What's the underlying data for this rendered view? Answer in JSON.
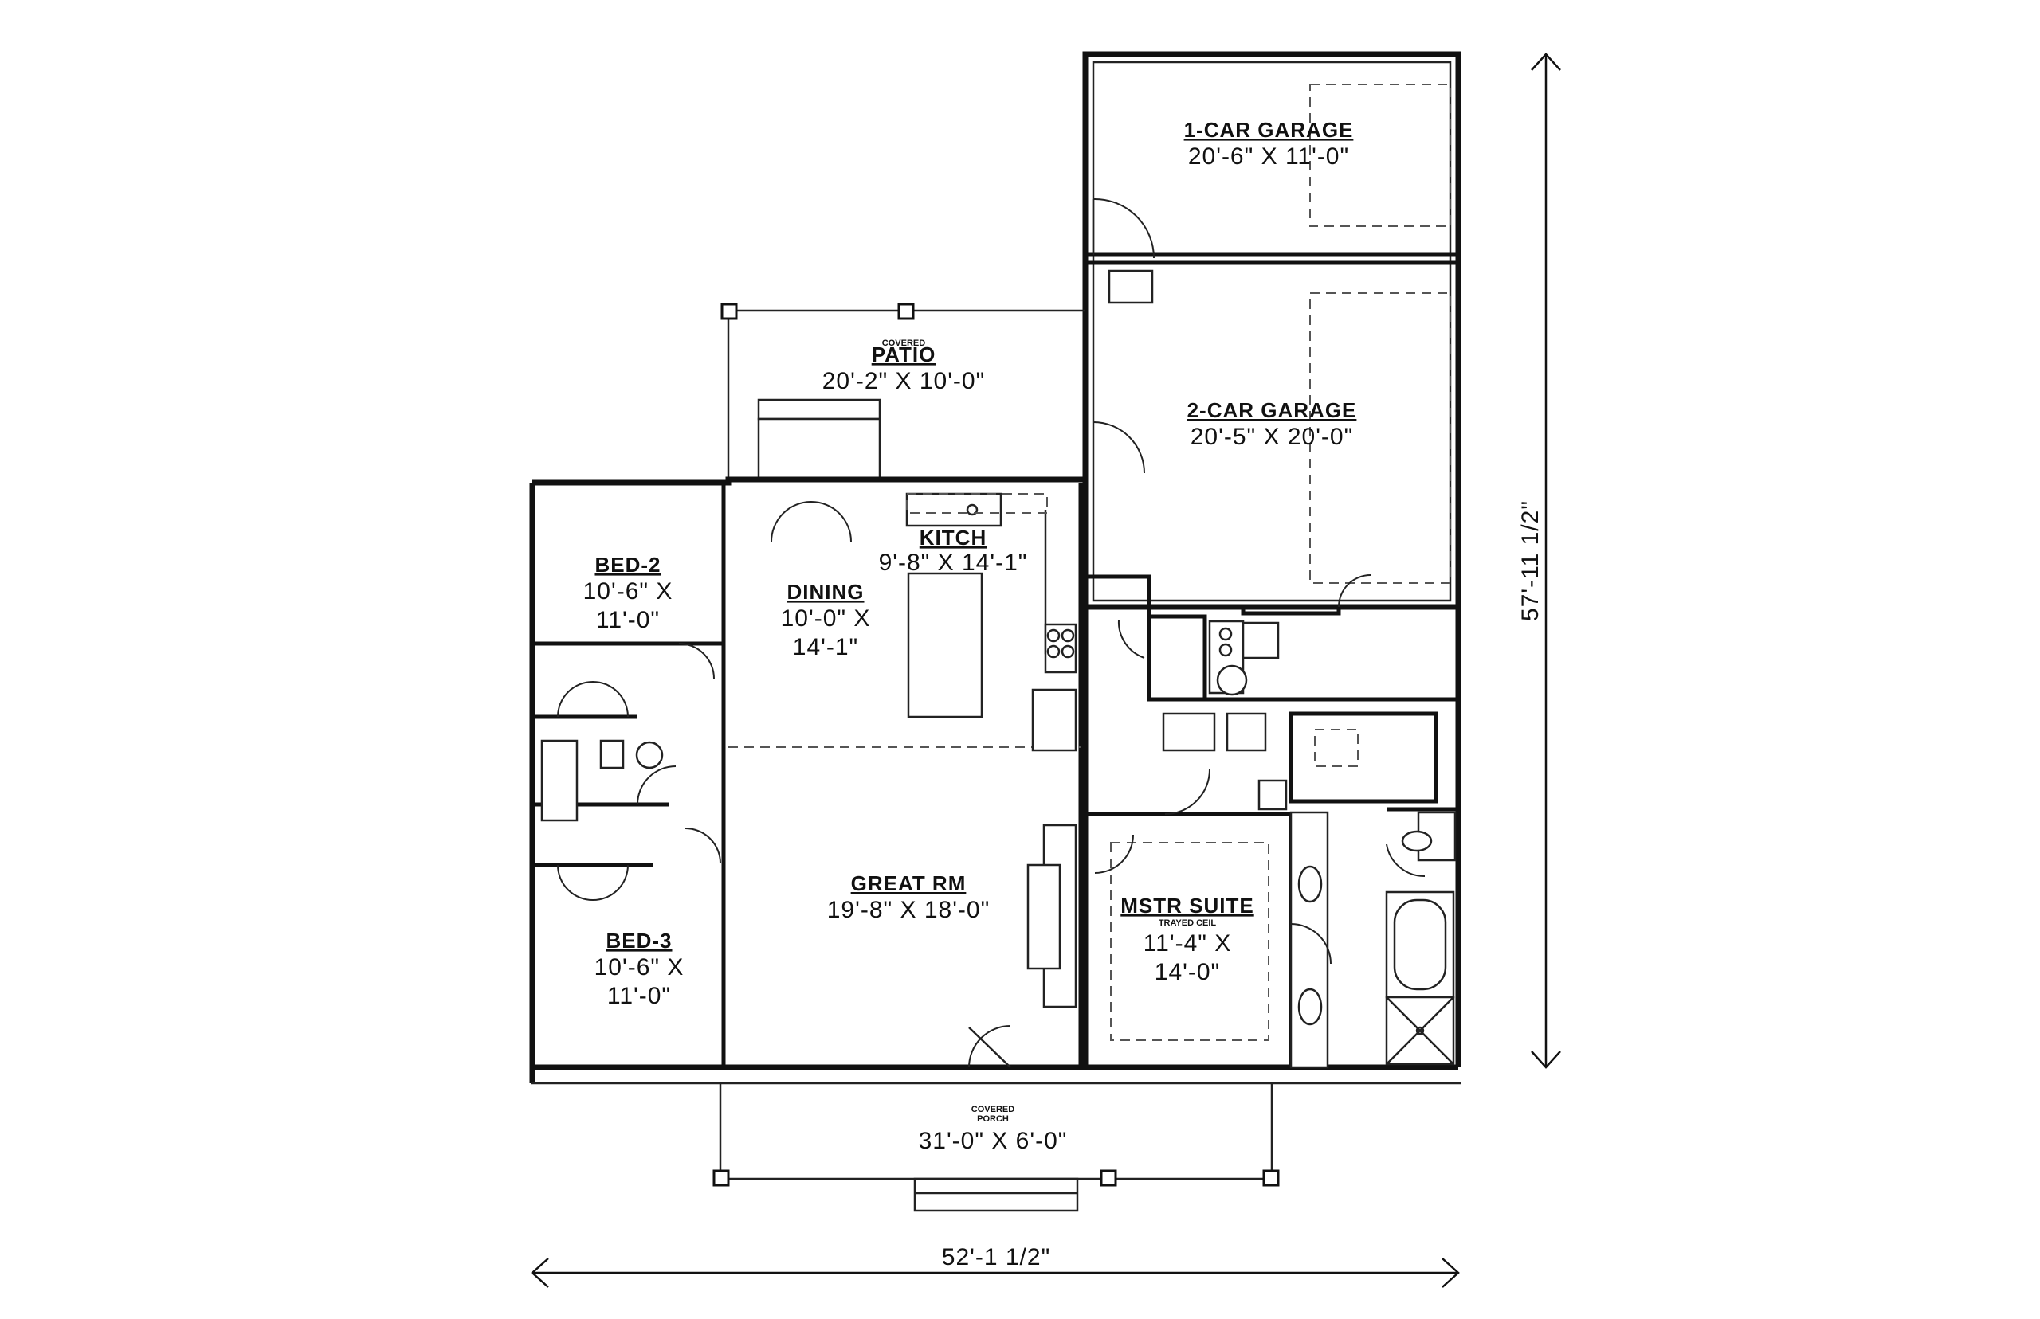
{
  "rooms": {
    "garage1": {
      "name": "1-CAR GARAGE",
      "size": "20'-6\" X 11'-0\""
    },
    "garage2": {
      "name": "2-CAR GARAGE",
      "size": "20'-5\" X 20'-0\""
    },
    "patio": {
      "label": "COVERED",
      "name": "PATIO",
      "size": "20'-2\" X 10'-0\""
    },
    "kitchen": {
      "name": "KITCH",
      "size": "9'-8\" X 14'-1\""
    },
    "dining": {
      "name": "DINING",
      "size_line1": "10'-0\" X",
      "size_line2": "14'-1\""
    },
    "bed2": {
      "name": "BED-2",
      "size_line1": "10'-6\" X",
      "size_line2": "11'-0\""
    },
    "bed3": {
      "name": "BED-3",
      "size_line1": "10'-6\" X",
      "size_line2": "11'-0\""
    },
    "great": {
      "name": "GREAT RM",
      "size": "19'-8\" X 18'-0\""
    },
    "master": {
      "name": "MSTR SUITE",
      "note": "TRAYED CEIL",
      "size_line1": "11'-4\" X",
      "size_line2": "14'-0\""
    },
    "porch": {
      "label_line1": "COVERED",
      "label_line2": "PORCH",
      "size": "31'-0\" X 6'-0\""
    }
  },
  "dimensions": {
    "overall_width": "52'-1 1/2\"",
    "overall_depth": "57'-11 1/2\""
  }
}
